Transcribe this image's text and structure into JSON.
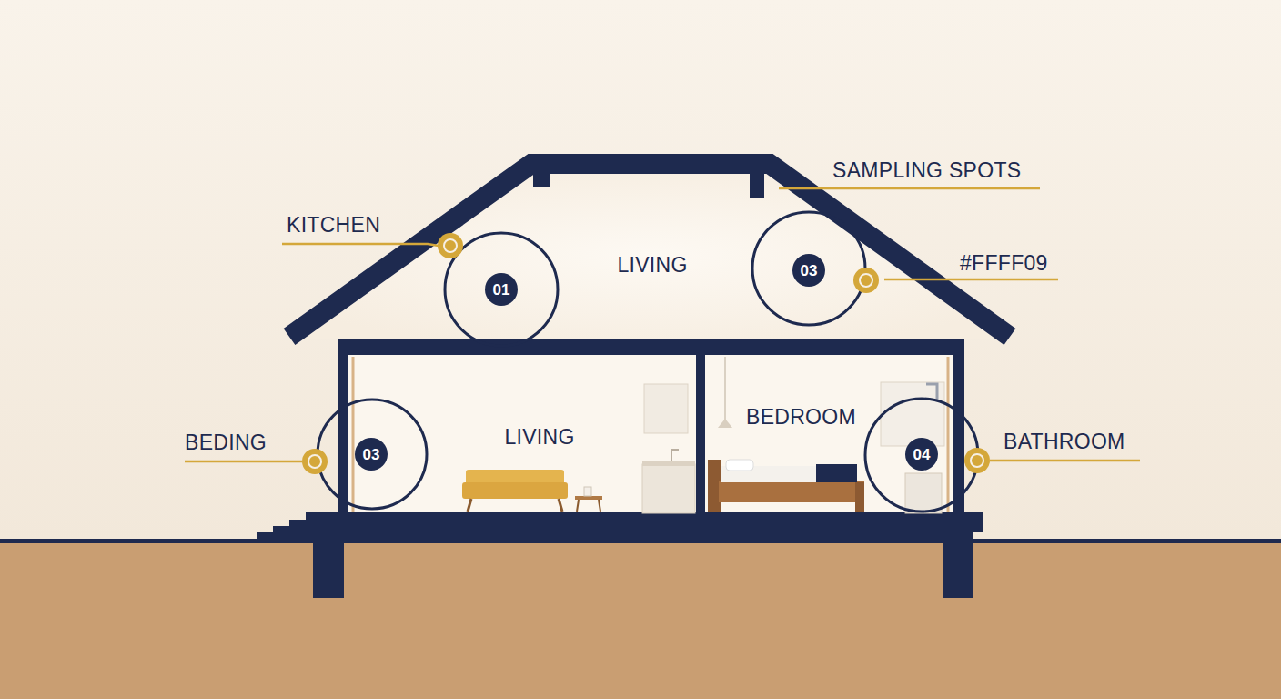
{
  "diagram": {
    "nodes": [
      {
        "text": [
          "01"
        ]
      },
      {
        "text": [
          "03"
        ]
      },
      {
        "text": [
          "03"
        ]
      },
      {
        "text": [
          "04"
        ]
      }
    ],
    "labels": [
      "SAMPLING SPOTS",
      "KITCHEN",
      "LIVING",
      "#FFFF09",
      "BEDING",
      "LIVING",
      "BEDROOM",
      "BATHROOM"
    ]
  }
}
